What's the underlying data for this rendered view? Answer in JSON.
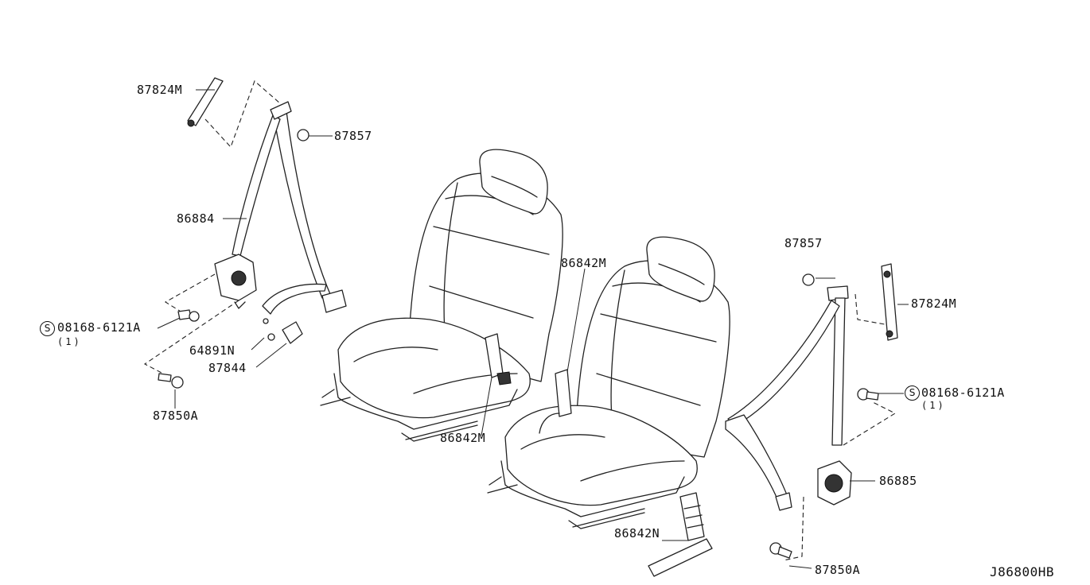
{
  "diagram_id": "J86800HB",
  "callouts": {
    "tl_87824M": "87824M",
    "tl_87857": "87857",
    "tl_86884": "86884",
    "tl_08168": "08168-6121A",
    "tl_08168_qty": "(1)",
    "tl_64891N": "64891N",
    "tl_87844": "87844",
    "tl_87850A": "87850A",
    "mid_86842M_top": "86842M",
    "mid_86842M_bottom": "86842M",
    "mid_86842N": "86842N",
    "r_87857": "87857",
    "r_87824M": "87824M",
    "r_08168": "08168-6121A",
    "r_08168_qty": "(1)",
    "r_86885": "86885",
    "r_87850A": "87850A"
  },
  "symbols": {
    "screw_symbol": "S"
  }
}
